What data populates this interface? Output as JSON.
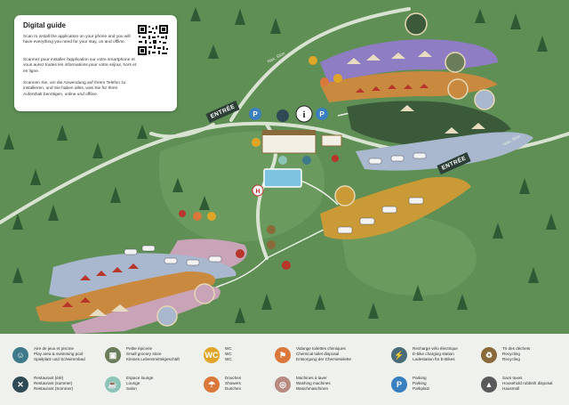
{
  "guide": {
    "title": "Digital guide",
    "en": "Scan to install the application on your phone and you will have everything you need for your stay, on and offline.",
    "fr": "Scannez pour installer l'application sur votre smartphone et vous aurez toutes les informations pour votre séjour, hors et en ligne.",
    "de": "Scannen Sie, um die Anwendung auf Ihrem Telefon zu installieren, und Sie haben alles, was Sie für Ihren Aufenthalt benötigen, online und offline."
  },
  "map": {
    "entree_labels": [
      "ENTRÉE",
      "ENTRÉE"
    ],
    "road_labels": [
      "Nax, Sion",
      "Nax, Sion"
    ]
  },
  "legend": [
    {
      "icon": "playground-pool-icon",
      "color": "#3f7a8a",
      "glyph": "☺",
      "lines": [
        "Aire de jeux et piscine",
        "Play area & swimming pool",
        "Spielplatz und Schwimmbad"
      ]
    },
    {
      "icon": "grocery-store-icon",
      "color": "#6b7c5a",
      "glyph": "▣",
      "lines": [
        "Petite épicerie",
        "Small grocery store",
        "Kleines Lebensmittelgeschäft"
      ]
    },
    {
      "icon": "wc-icon",
      "color": "#e0a526",
      "glyph": "WC",
      "lines": [
        "WC",
        "WC",
        "WC"
      ]
    },
    {
      "icon": "chemical-toilet-disposal-icon",
      "color": "#d9783a",
      "glyph": "⚑",
      "lines": [
        "Vidange toilettes chimiques",
        "Chemical toilet disposal",
        "Entsorgung der Chemietoilette"
      ]
    },
    {
      "icon": "ebike-charging-icon",
      "color": "#4a6b78",
      "glyph": "⚡",
      "lines": [
        "Recharge vélo électrique",
        "E-bike charging station",
        "Ladestation für E-Bikes"
      ]
    },
    {
      "icon": "recycling-icon",
      "color": "#8a6a3a",
      "glyph": "♻",
      "lines": [
        "Tri des déchets",
        "Recycling",
        "Recycling"
      ]
    },
    {
      "icon": "restaurant-icon",
      "color": "#2f4a55",
      "glyph": "✕",
      "lines": [
        "Restaurant (été)",
        "Restaurant (summer)",
        "Restaurant (Sommer)"
      ]
    },
    {
      "icon": "lounge-icon",
      "color": "#8cc5b8",
      "glyph": "☕",
      "lines": [
        "Espace lounge",
        "Lounge",
        "Salon"
      ]
    },
    {
      "icon": "showers-icon",
      "color": "#d9783a",
      "glyph": "☂",
      "lines": [
        "Douches",
        "Showers",
        "Duschen"
      ]
    },
    {
      "icon": "washing-machine-icon",
      "color": "#b88a82",
      "glyph": "◎",
      "lines": [
        "Machines à laver",
        "Washing machines",
        "Waschmaschinen"
      ]
    },
    {
      "icon": "parking-icon",
      "color": "#3a7fc0",
      "glyph": "P",
      "lines": [
        "Parking",
        "Parking",
        "Parkplatz"
      ]
    },
    {
      "icon": "household-rubbish-icon",
      "color": "#5a5a5a",
      "glyph": "▲",
      "lines": [
        "Sacs taxes",
        "Household rubbish disposal",
        "Hausmüll"
      ]
    }
  ]
}
